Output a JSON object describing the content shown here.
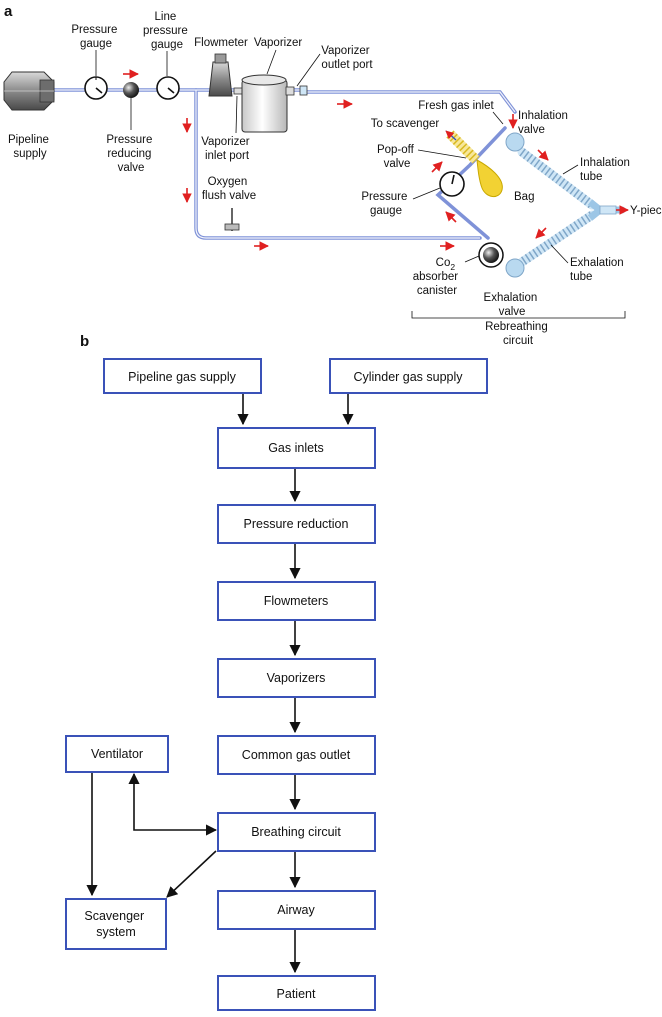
{
  "panel_a": {
    "letter": "a",
    "labels": {
      "pipeline_supply": [
        "Pipeline",
        "supply"
      ],
      "pressure_gauge": [
        "Pressure",
        "gauge"
      ],
      "pressure_reducing_valve": [
        "Pressure",
        "reducing",
        "valve"
      ],
      "line_pressure_gauge": [
        "Line",
        "pressure",
        "gauge"
      ],
      "flowmeter": "Flowmeter",
      "vaporizer": "Vaporizer",
      "vaporizer_outlet_port": [
        "Vaporizer",
        "outlet port"
      ],
      "vaporizer_inlet_port": [
        "Vaporizer",
        "inlet port"
      ],
      "oxygen_flush_valve": [
        "Oxygen",
        "flush valve"
      ],
      "fresh_gas_inlet": "Fresh gas inlet",
      "inhalation_valve": [
        "Inhalation",
        "valve"
      ],
      "to_scavenger": "To scavenger",
      "popoff_valve": [
        "Pop-off",
        "valve"
      ],
      "bag": "Bag",
      "inhalation_tube": [
        "Inhalation",
        "tube"
      ],
      "y_piece": "Y-piece",
      "circuit_pressure_gauge": [
        "Pressure",
        "gauge"
      ],
      "co2_main": "Co",
      "co2_sub": "2",
      "absorber_canister": [
        "absorber",
        "canister"
      ],
      "exhalation_tube": [
        "Exhalation",
        "tube"
      ],
      "exhalation_valve": [
        "Exhalation",
        "valve"
      ],
      "rebreathing_circuit": [
        "Rebreathing",
        "circuit"
      ]
    },
    "colors": {
      "pipe": "#7f92d8",
      "flow_arrow": "#e02020",
      "valve": "#b9d9f0",
      "bag": "#f2d233"
    }
  },
  "panel_b": {
    "letter": "b",
    "nodes": {
      "pipeline": "Pipeline gas supply",
      "cylinder": "Cylinder gas supply",
      "inlets": "Gas inlets",
      "pressure": "Pressure reduction",
      "flowmeters": "Flowmeters",
      "vaporizers": "Vaporizers",
      "outlet": "Common gas outlet",
      "ventilator": "Ventilator",
      "circuit": "Breathing circuit",
      "scavenger": [
        "Scavenger",
        "system"
      ],
      "airway": "Airway",
      "patient": "Patient"
    },
    "colors": {
      "box_border": "#3a52b8",
      "edge": "#111111"
    }
  }
}
